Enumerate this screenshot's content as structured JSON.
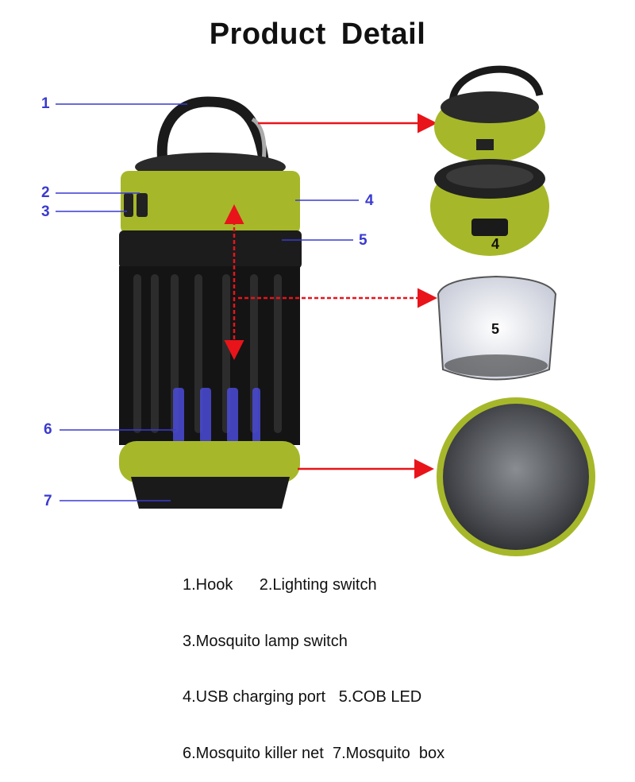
{
  "title": "Product  Detail",
  "callouts": [
    "1",
    "2",
    "3",
    "4",
    "5",
    "6",
    "7"
  ],
  "inset_labels": {
    "usb": "4",
    "led": "5"
  },
  "legend": [
    "1.Hook      2.Lighting switch",
    "3.Mosquito lamp switch",
    "4.USB charging port   5.COB LED",
    "6.Mosquito killer net  7.Mosquito  box"
  ],
  "colors": {
    "accent_green": "#a6b82a",
    "callout_blue": "#3a3ad0",
    "arrow_red": "#e8141a"
  }
}
